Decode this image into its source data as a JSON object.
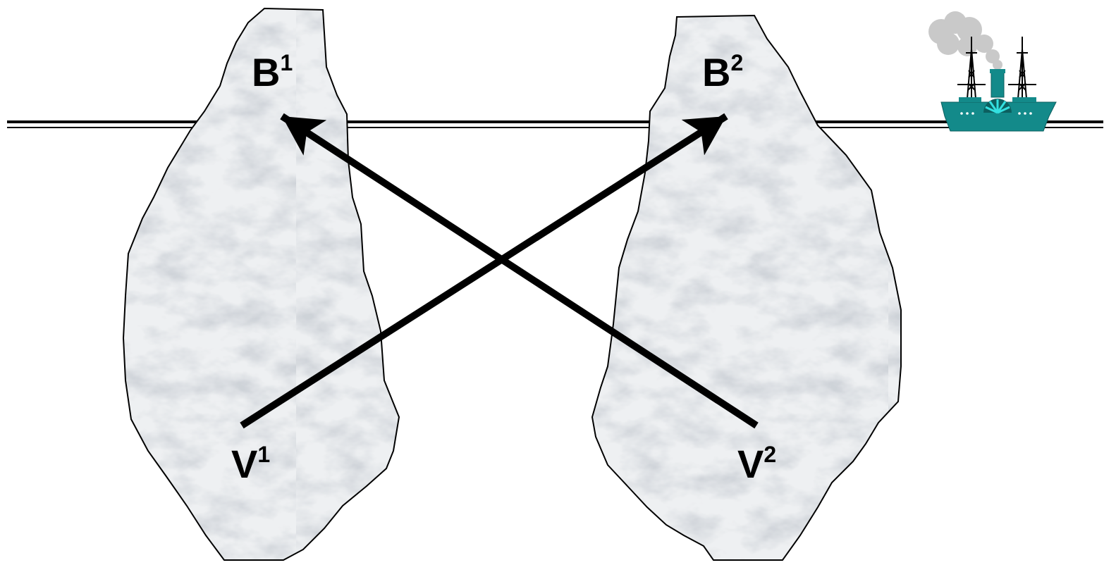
{
  "diagram": {
    "labels": {
      "b1": {
        "base": "B",
        "sup": "1"
      },
      "b2": {
        "base": "B",
        "sup": "2"
      },
      "v1": {
        "base": "V",
        "sup": "1"
      },
      "v2": {
        "base": "V",
        "sup": "2"
      }
    },
    "colors": {
      "stroke": "#000000",
      "marble_base": "#e9ebee",
      "marble_vein": "#9aa1a8",
      "ship_hull": "#138a8a",
      "ship_wheel": "#33e0e0",
      "smoke": "#c8c8c8"
    },
    "icons": [
      "steamship-icon"
    ]
  }
}
